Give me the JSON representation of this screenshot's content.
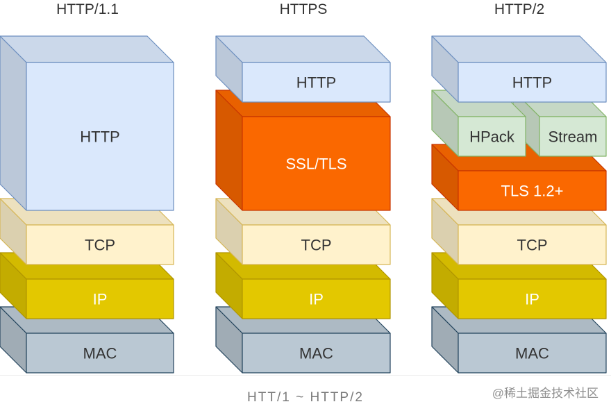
{
  "stacks": [
    {
      "title": "HTTP/1.1",
      "layers": [
        {
          "label": "HTTP",
          "fill": "#dae8fc",
          "stroke": "#6c8ebf",
          "text_color": "#333333"
        },
        {
          "label": "TCP",
          "fill": "#fff2cc",
          "stroke": "#d6b656",
          "text_color": "#333333"
        },
        {
          "label": "IP",
          "fill": "#e3c800",
          "stroke": "#b09500",
          "text_color": "#ffffff"
        },
        {
          "label": "MAC",
          "fill": "#bac8d3",
          "stroke": "#23445d",
          "text_color": "#333333"
        }
      ]
    },
    {
      "title": "HTTPS",
      "layers": [
        {
          "label": "HTTP",
          "fill": "#dae8fc",
          "stroke": "#6c8ebf",
          "text_color": "#333333"
        },
        {
          "label": "SSL/TLS",
          "fill": "#fa6800",
          "stroke": "#c73500",
          "text_color": "#ffffff"
        },
        {
          "label": "TCP",
          "fill": "#fff2cc",
          "stroke": "#d6b656",
          "text_color": "#333333"
        },
        {
          "label": "IP",
          "fill": "#e3c800",
          "stroke": "#b09500",
          "text_color": "#ffffff"
        },
        {
          "label": "MAC",
          "fill": "#bac8d3",
          "stroke": "#23445d",
          "text_color": "#333333"
        }
      ]
    },
    {
      "title": "HTTP/2",
      "layers": [
        {
          "label": "HTTP",
          "fill": "#dae8fc",
          "stroke": "#6c8ebf",
          "text_color": "#333333"
        },
        {
          "label": "HPack",
          "fill": "#d5e8d4",
          "stroke": "#82b366",
          "text_color": "#333333"
        },
        {
          "label": "Stream",
          "fill": "#d5e8d4",
          "stroke": "#82b366",
          "text_color": "#333333"
        },
        {
          "label": "TLS 1.2+",
          "fill": "#fa6800",
          "stroke": "#c73500",
          "text_color": "#ffffff"
        },
        {
          "label": "TCP",
          "fill": "#fff2cc",
          "stroke": "#d6b656",
          "text_color": "#333333"
        },
        {
          "label": "IP",
          "fill": "#e3c800",
          "stroke": "#b09500",
          "text_color": "#ffffff"
        },
        {
          "label": "MAC",
          "fill": "#bac8d3",
          "stroke": "#23445d",
          "text_color": "#333333"
        }
      ]
    }
  ],
  "caption": "HTT/1 ~ HTTP/2",
  "watermark": "@稀土掘金技术社区"
}
